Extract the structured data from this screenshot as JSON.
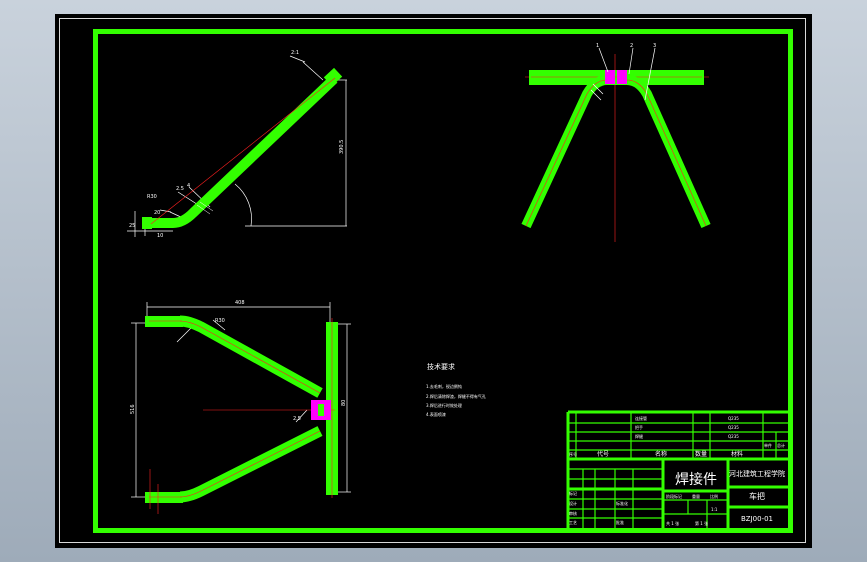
{
  "colors": {
    "background": "#000000",
    "frame": "#33ff00",
    "part": "#33ff00",
    "weld": "#ff00ff",
    "centerline": "#ff2020",
    "dimension": "#ffffff"
  },
  "side_view": {
    "callout_top": "2:1",
    "dim_height": "390.5",
    "dim_bend_a": "2.5",
    "dim_bend_b": "4",
    "dim_radius": "R30",
    "dim_left_a": "20",
    "dim_left_b": "25",
    "dim_left_c": "10"
  },
  "front_view": {
    "balloon_1": "1",
    "balloon_2": "2",
    "balloon_3": "3"
  },
  "top_view": {
    "dim_width": "408",
    "dim_height": "516",
    "dim_angle": "R30",
    "dim_weld": "2.5",
    "dim_clamp": "80"
  },
  "tech_req": {
    "title": "技术要求",
    "lines": [
      "1.去毛刺，锐边倒钝",
      "2.焊后清除焊渣，焊缝不得有气孔",
      "3.焊后进行时效处理",
      "4.表面喷漆"
    ]
  },
  "title_block": {
    "part_name": "焊接件",
    "school": "河北建筑工程学院",
    "drawing_name": "车把",
    "drawing_no": "BZJ00-01",
    "header_seq": "序号",
    "header_code": "代号",
    "header_name": "名称",
    "header_qty": "数量",
    "header_material": "材料",
    "header_single": "单件",
    "header_total": "总计",
    "row1_name": "连接管",
    "row1_material": "Q235",
    "row2_name": "把手",
    "row2_material": "Q235",
    "row3_name": "焊缝",
    "row3_material": "Q235",
    "label_stage": "阶段标记",
    "label_weight": "重量",
    "label_scale": "比例",
    "scale_value": "1:1",
    "label_design": "设计",
    "label_check": "审核",
    "label_process": "工艺",
    "label_approve": "批准",
    "label_std": "标准化",
    "label_mark": "标记",
    "label_sheet_total": "共 1 张",
    "label_sheet": "第 1 张"
  }
}
